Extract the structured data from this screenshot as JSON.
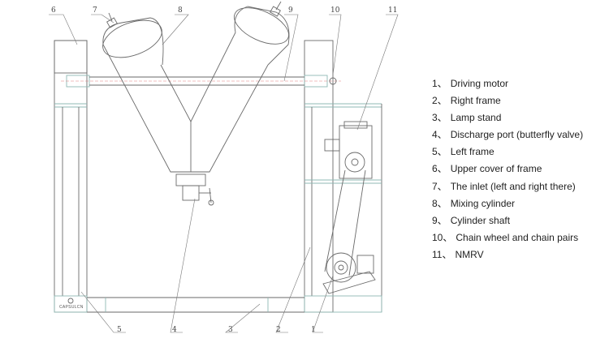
{
  "callouts": {
    "top": [
      "6",
      "7",
      "8",
      "9",
      "10",
      "11"
    ],
    "bottom": [
      "5",
      "4",
      "3",
      "2",
      "1"
    ]
  },
  "legend": [
    {
      "num": "1、",
      "label": "Driving motor"
    },
    {
      "num": "2、",
      "label": "Right frame"
    },
    {
      "num": "3、",
      "label": "Lamp stand"
    },
    {
      "num": "4、",
      "label": "Discharge port (butterfly valve)"
    },
    {
      "num": "5、",
      "label": "Left frame"
    },
    {
      "num": "6、",
      "label": "Upper cover of frame"
    },
    {
      "num": "7、",
      "label": "The inlet (left and right there)"
    },
    {
      "num": "8、",
      "label": "Mixing cylinder"
    },
    {
      "num": "9、",
      "label": "Cylinder shaft"
    },
    {
      "num": "10、",
      "label": "Chain wheel and chain pairs"
    },
    {
      "num": "11、",
      "label": "NMRV"
    }
  ],
  "brand": "CAPSULCN"
}
